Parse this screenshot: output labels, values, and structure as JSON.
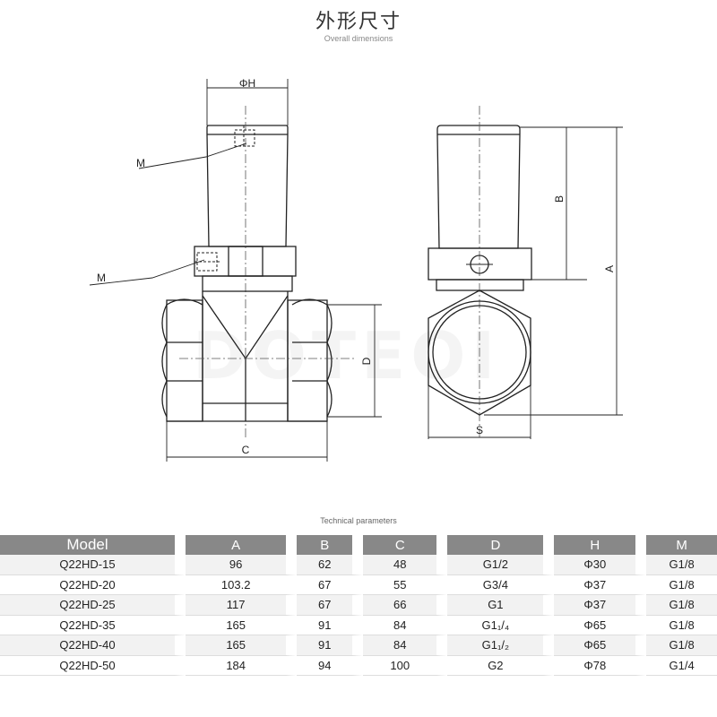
{
  "header": {
    "title_zh": "外形尺寸",
    "title_en": "Overall dimensions"
  },
  "diagram": {
    "labels": {
      "phi_h": "ΦH",
      "m_top": "M",
      "m_side": "M",
      "d": "D",
      "c": "C",
      "b": "B",
      "a": "A",
      "s": "S"
    },
    "watermark": "DOTEOI"
  },
  "table": {
    "title": "Technical parameters",
    "headers": [
      "Model",
      "A",
      "B",
      "C",
      "D",
      "H",
      "M"
    ],
    "rows": [
      [
        "Q22HD-15",
        "96",
        "62",
        "48",
        "G1/2",
        "Φ30",
        "G1/8"
      ],
      [
        "Q22HD-20",
        "103.2",
        "67",
        "55",
        "G3/4",
        "Φ37",
        "G1/8"
      ],
      [
        "Q22HD-25",
        "117",
        "67",
        "66",
        "G1",
        "Φ37",
        "G1/8"
      ],
      [
        "Q22HD-35",
        "165",
        "91",
        "84",
        "G1₁/₄",
        "Φ65",
        "G1/8"
      ],
      [
        "Q22HD-40",
        "165",
        "91",
        "84",
        "G1₁/₂",
        "Φ65",
        "G1/8"
      ],
      [
        "Q22HD-50",
        "184",
        "94",
        "100",
        "G2",
        "Φ78",
        "G1/4"
      ]
    ]
  }
}
